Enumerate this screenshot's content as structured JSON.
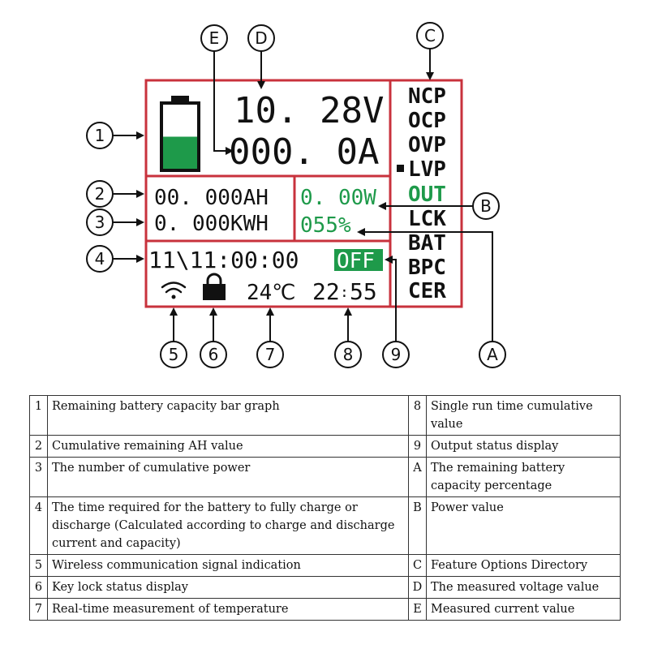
{
  "lcd": {
    "voltage": "10. 28V",
    "current": "000. 0A",
    "ah": "00. 000AH",
    "kwh": "0. 000KWH",
    "power": "0. 00W",
    "percent": "055%",
    "time": "11\\11:00:00",
    "output_status": "OFF",
    "temperature": "24℃",
    "clock_hours": "22",
    "clock_minutes": "55",
    "battery_level": 0.5,
    "menu": [
      {
        "label": "NCP",
        "active": false
      },
      {
        "label": "OCP",
        "active": false
      },
      {
        "label": "OVP",
        "active": false
      },
      {
        "label": "LVP",
        "active": true
      },
      {
        "label": "OUT",
        "active": false
      },
      {
        "label": "LCK",
        "active": false
      },
      {
        "label": "BAT",
        "active": false
      },
      {
        "label": "BPC",
        "active": false
      },
      {
        "label": "CER",
        "active": false
      }
    ]
  },
  "callouts": {
    "c1": "1",
    "c2": "2",
    "c3": "3",
    "c4": "4",
    "c5": "5",
    "c6": "6",
    "c7": "7",
    "c8": "8",
    "c9": "9",
    "cA": "A",
    "cB": "B",
    "cC": "C",
    "cD": "D",
    "cE": "E"
  },
  "legend": [
    {
      "lk": "1",
      "lt": "Remaining battery capacity bar graph",
      "rk": "8",
      "rt": "Single run time cumulative value"
    },
    {
      "lk": "2",
      "lt": "Cumulative remaining AH value",
      "rk": "9",
      "rt": "Output status display"
    },
    {
      "lk": "3",
      "lt": "The number of cumulative power",
      "rk": "A",
      "rt": "The remaining battery capacity percentage"
    },
    {
      "lk": "4",
      "lt": "The time required for the battery to fully charge or discharge (Calculated according to charge and discharge current and capacity)",
      "rk": "B",
      "rt": "Power value"
    },
    {
      "lk": "5",
      "lt": "Wireless communication signal indication",
      "rk": "C",
      "rt": "Feature Options Directory"
    },
    {
      "lk": "6",
      "lt": "Key lock status display",
      "rk": "D",
      "rt": "The measured voltage value"
    },
    {
      "lk": "7",
      "lt": "Real-time measurement of temperature",
      "rk": "E",
      "rt": "Measured current value"
    }
  ],
  "colors": {
    "frame": "#c8323c",
    "green": "#1e9a4a",
    "ink": "#111111"
  },
  "icons": [
    "battery-icon",
    "wifi-icon",
    "lock-icon",
    "arrow-icon"
  ]
}
